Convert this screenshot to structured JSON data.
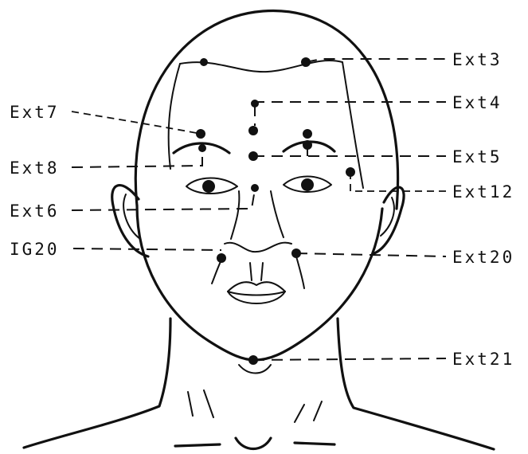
{
  "labels": {
    "ext3": "Ext3",
    "ext4": "Ext4",
    "ext5": "Ext5",
    "ext12": "Ext12",
    "ext20": "Ext20",
    "ext21": "Ext21",
    "ext7": "Ext7",
    "ext8": "Ext8",
    "ext6": "Ext6",
    "ig20": "IG20"
  }
}
